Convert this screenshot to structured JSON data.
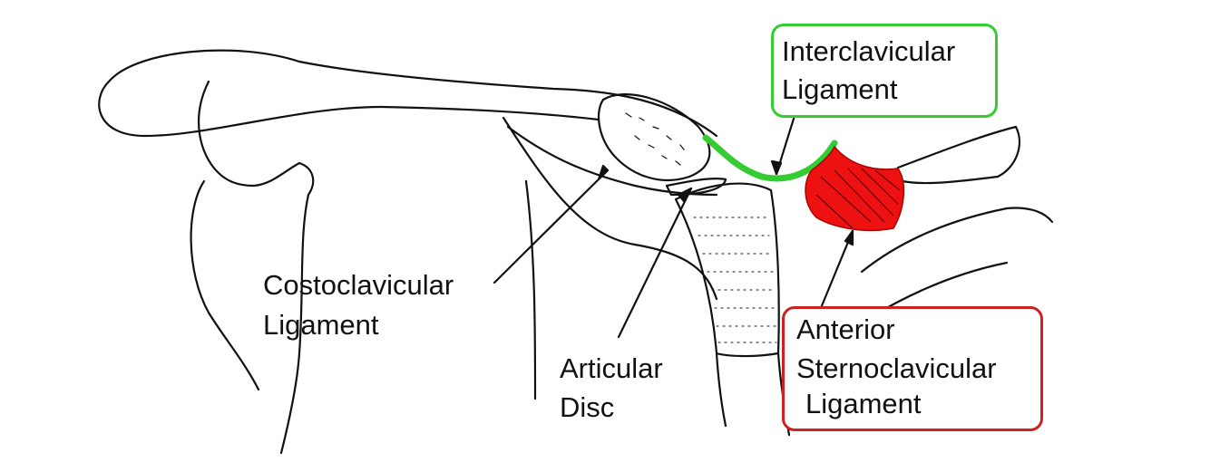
{
  "diagram": {
    "labels": {
      "interclavicular": {
        "line1": "Interclavicular",
        "line2": "Ligament"
      },
      "costoclavicular": {
        "line1": "Costoclavicular",
        "line2": "Ligament"
      },
      "articular_disc": {
        "line1": "Articular",
        "line2": "Disc"
      },
      "anterior_sternoclavicular": {
        "line1": "Anterior",
        "line2": "Sternoclavicular",
        "line3": "Ligament"
      }
    },
    "colors": {
      "interclavicular_highlight": "#33cc33",
      "anterior_sternoclavicular_highlight": "#ee1111",
      "line_art": "#111111"
    }
  }
}
